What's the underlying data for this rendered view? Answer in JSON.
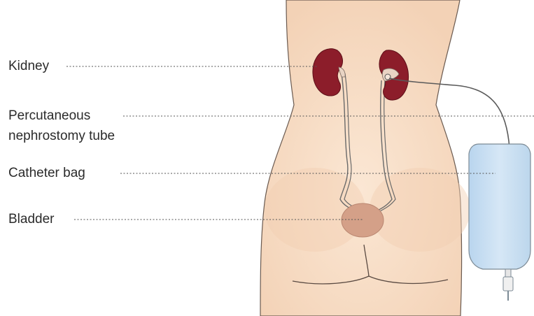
{
  "labels": {
    "kidney": "Kidney",
    "tube_line1": "Percutaneous",
    "tube_line2": "nephrostomy tube",
    "catheter_bag": "Catheter bag",
    "bladder": "Bladder"
  },
  "colors": {
    "skin": "#f8dcc2",
    "skin_outline": "#555555",
    "kidney": "#8c1d2a",
    "bladder": "#d4a088",
    "bag": "#c9dff2",
    "tube": "#5a5a5a",
    "leader_line": "#555555",
    "label_text": "#2b2b2b"
  }
}
